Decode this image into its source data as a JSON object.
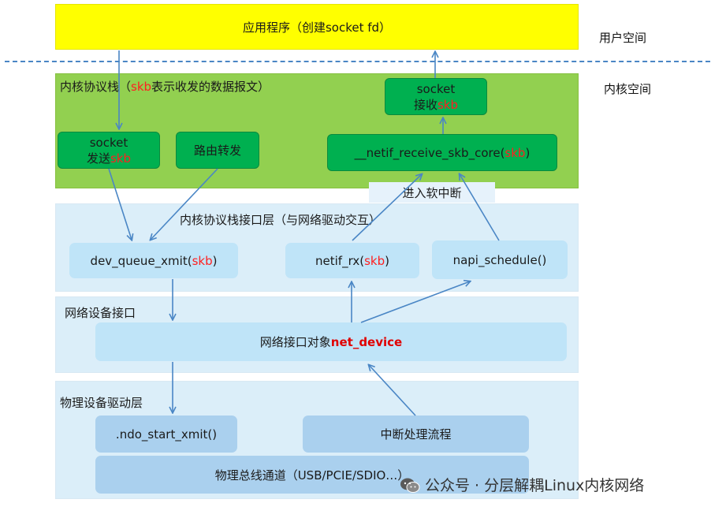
{
  "user_space": {
    "app_label": "应用程序（创建socket fd）",
    "side_label": "用户空间"
  },
  "kernel_space_label": "内核空间",
  "protocol_stack": {
    "title_prefix": "内核协议栈（",
    "title_highlight": "skb",
    "title_suffix": "表示收发的数据报文）",
    "socket_send": {
      "line1": "socket",
      "line2_prefix": "发送",
      "line2_highlight": "skb"
    },
    "routing": "路由转发",
    "socket_recv": {
      "line1": "socket",
      "line2_prefix": "接收",
      "line2_highlight": "skb"
    },
    "netif_receive": {
      "prefix": "__netif_receive_skb_core(",
      "highlight": "skb",
      "suffix": ")"
    }
  },
  "softirq_label": "进入软中断",
  "interface_layer": {
    "title": "内核协议栈接口层（与网络驱动交互）",
    "dev_queue_xmit": {
      "prefix": "dev_queue_xmit(",
      "highlight": "skb",
      "suffix": ")"
    },
    "netif_rx": {
      "prefix": "netif_rx(",
      "highlight": "skb",
      "suffix": ")"
    },
    "napi_schedule": "napi_schedule()"
  },
  "device_layer": {
    "title": "网络设备接口",
    "object_prefix": "网络接口对象 ",
    "object_highlight": "net_device"
  },
  "driver_layer": {
    "title": "物理设备驱动层",
    "ndo_start_xmit": ".ndo_start_xmit()",
    "irq_flow": "中断处理流程",
    "bus": "物理总线通道（USB/PCIE/SDIO…）"
  },
  "watermark": "公众号 · 分层解耦Linux内核网络",
  "colors": {
    "app_yellow": "#ffff00",
    "stack_green": "#92d050",
    "box_green": "#00b050",
    "layer_blue": "#dbeef9",
    "box_blue": "#bfe4f8",
    "arrow_blue": "#4a86c5",
    "highlight_red": "#ff2020"
  }
}
